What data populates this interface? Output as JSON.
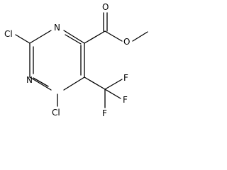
{
  "molecule": {
    "atoms": {
      "cl_top": "Cl",
      "n1": "N",
      "n3": "N",
      "cl_bottom": "Cl",
      "o_carbonyl": "O",
      "o_ester": "O",
      "f_top": "F",
      "f_right": "F",
      "f_bottom": "F"
    }
  }
}
